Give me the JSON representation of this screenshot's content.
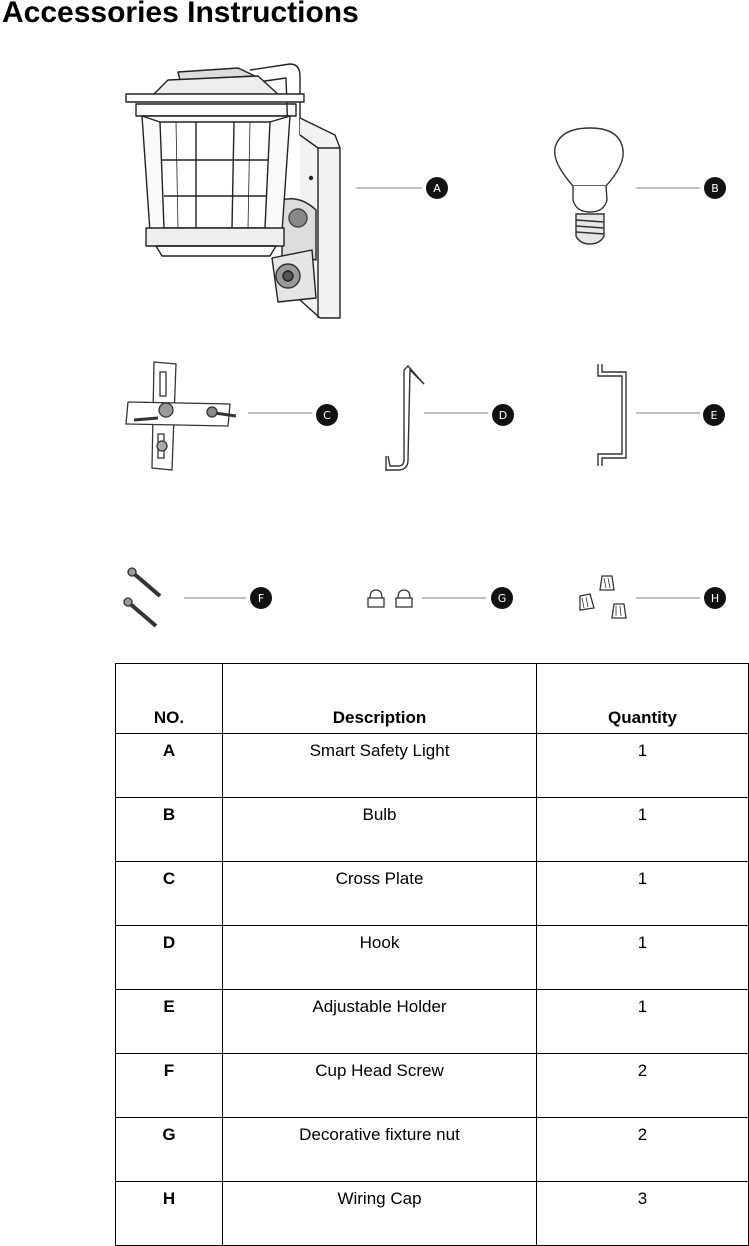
{
  "title": "Accessories Instructions",
  "callouts": [
    "A",
    "B",
    "C",
    "D",
    "E",
    "F",
    "G",
    "H"
  ],
  "table": {
    "headers": {
      "no": "NO.",
      "description": "Description",
      "quantity": "Quantity"
    },
    "rows": [
      {
        "no": "A",
        "description": "Smart Safety Light",
        "quantity": "1"
      },
      {
        "no": "B",
        "description": "Bulb",
        "quantity": "1"
      },
      {
        "no": "C",
        "description": "Cross Plate",
        "quantity": "1"
      },
      {
        "no": "D",
        "description": "Hook",
        "quantity": "1"
      },
      {
        "no": "E",
        "description": "Adjustable Holder",
        "quantity": "1"
      },
      {
        "no": "F",
        "description": "Cup Head Screw",
        "quantity": "2"
      },
      {
        "no": "G",
        "description": "Decorative fixture nut",
        "quantity": "2"
      },
      {
        "no": "H",
        "description": "Wiring Cap",
        "quantity": "3"
      }
    ]
  }
}
